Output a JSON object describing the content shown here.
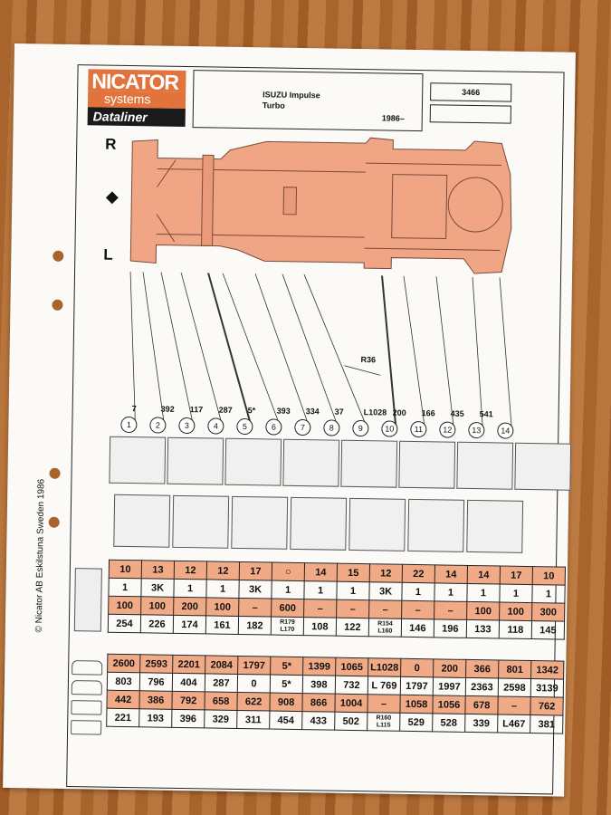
{
  "brand": {
    "line1": "NICATOR",
    "line2": "systems",
    "line3": "Dataliner"
  },
  "title": {
    "model": "ISUZU Impulse",
    "variant": "Turbo",
    "year": "1986–",
    "code": "3466"
  },
  "side_marks": {
    "right": "R",
    "left": "L",
    "radius": "R36"
  },
  "dimensions": [
    "7",
    "392",
    "117",
    "287",
    "5*",
    "393",
    "334",
    "37",
    "L1028",
    "200",
    "166",
    "435",
    "541"
  ],
  "points": [
    "1",
    "2",
    "3",
    "4",
    "5",
    "6",
    "7",
    "8",
    "9",
    "10",
    "11",
    "12",
    "13",
    "14"
  ],
  "table1": {
    "tools": [
      "10",
      "13",
      "12",
      "12",
      "17",
      "",
      "14",
      "15",
      "12",
      "22",
      "14",
      "14",
      "17",
      "10"
    ],
    "rows": [
      [
        "1",
        "3K",
        "1",
        "1",
        "3K",
        "1",
        "1",
        "1",
        "3K",
        "1",
        "1",
        "1",
        "1",
        "1"
      ],
      [
        "100",
        "100",
        "200",
        "100",
        "–",
        "600",
        "–",
        "–",
        "–",
        "–",
        "–",
        "100",
        "100",
        "300"
      ],
      [
        "254",
        "226",
        "174",
        "161",
        "182",
        "R179\nL170",
        "108",
        "122",
        "R154\nL160",
        "146",
        "196",
        "133",
        "118",
        "145"
      ]
    ]
  },
  "table2": {
    "rows": [
      [
        "2600",
        "2593",
        "2201",
        "2084",
        "1797",
        "5*",
        "1399",
        "1065",
        "L1028",
        "0",
        "200",
        "366",
        "801",
        "1342"
      ],
      [
        "803",
        "796",
        "404",
        "287",
        "0",
        "5*",
        "398",
        "732",
        "L 769",
        "1797",
        "1997",
        "2363",
        "2598",
        "3139"
      ],
      [
        "442",
        "386",
        "792",
        "658",
        "622",
        "908",
        "866",
        "1004",
        "–",
        "1058",
        "1056",
        "678",
        "–",
        "762"
      ],
      [
        "221",
        "193",
        "396",
        "329",
        "311",
        "454",
        "433",
        "502",
        "R160\nL115",
        "529",
        "528",
        "339",
        "L467",
        "381"
      ]
    ]
  },
  "footer": "© Nicator AB Eskilstuna Sweden 1986",
  "colors": {
    "chassis": "#f0a585",
    "header_pink": "#f0aa86",
    "logo": "#e2733d"
  }
}
